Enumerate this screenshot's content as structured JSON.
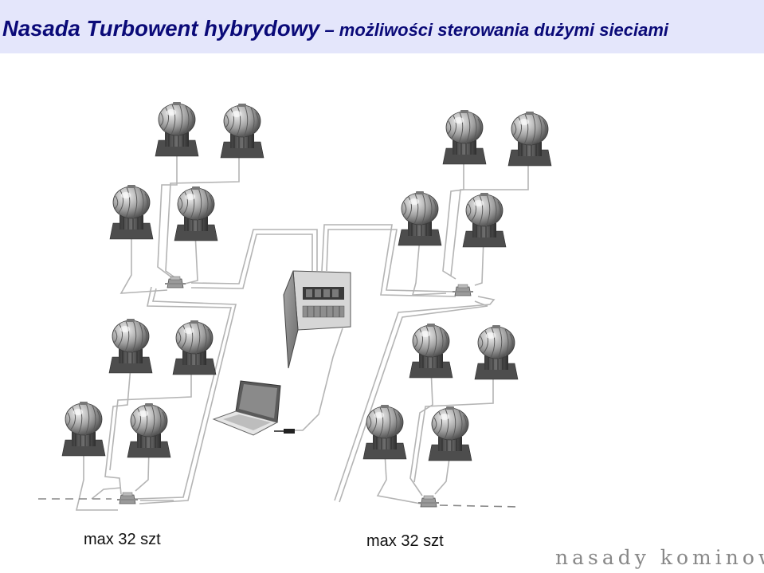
{
  "header": {
    "title_main": "Nasada Turbowent hybrydowy",
    "title_dash": " – ",
    "title_sub": "możliwości sterowania dużymi sieciami"
  },
  "diagram": {
    "device_icon": "turbine-ventilator-icon",
    "junction_icon": "junction-box-icon",
    "controller_icon": "control-cabinet-icon",
    "computer_icon": "laptop-icon",
    "cable_color": "#b4b4b4"
  },
  "captions": {
    "left": "max 32 szt",
    "right": "max 32 szt"
  },
  "brand": {
    "text": "nasady kominowe"
  },
  "colors": {
    "title_bg": "#e4e6fb",
    "title_text": "#0a0a78"
  }
}
